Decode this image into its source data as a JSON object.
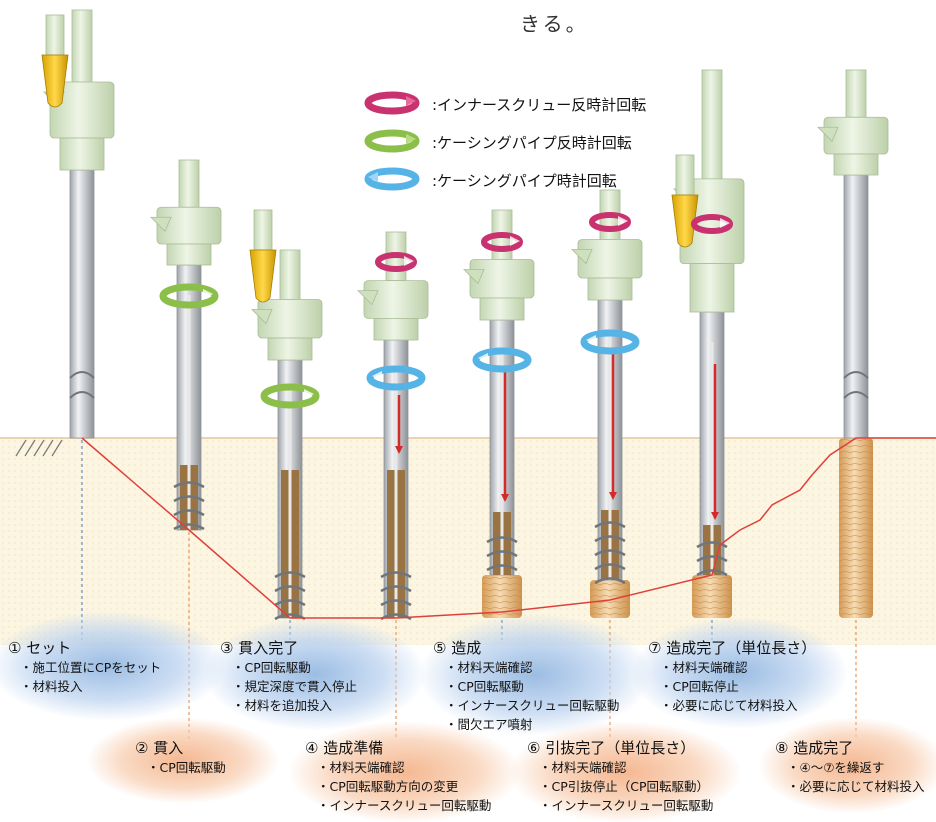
{
  "header": {
    "text": "きる。"
  },
  "legend": [
    {
      "icon": "magenta-rotation-arrow-icon",
      "color": "#c8336f",
      "label": ":インナースクリュー反時計回転"
    },
    {
      "icon": "green-rotation-arrow-icon",
      "color": "#8cbf4a",
      "label": ":ケーシングパイプ反時計回転"
    },
    {
      "icon": "blue-rotation-arrow-icon",
      "color": "#56b3e6",
      "label": ":ケーシングパイプ時計回転"
    }
  ],
  "steps": [
    {
      "title": "① セット",
      "items": [
        "・施工位置にCPをセット",
        "・材料投入"
      ],
      "bubble": "blue"
    },
    {
      "title": "② 貫入",
      "items": [
        "・CP回転駆動"
      ],
      "bubble": "orange"
    },
    {
      "title": "③ 貫入完了",
      "items": [
        "・CP回転駆動",
        "・規定深度で貫入停止",
        "・材料を追加投入"
      ],
      "bubble": "blue"
    },
    {
      "title": "④ 造成準備",
      "items": [
        "・材料天端確認",
        "・CP回転駆動方向の変更",
        "・インナースクリュー回転駆動"
      ],
      "bubble": "orange"
    },
    {
      "title": "⑤ 造成",
      "items": [
        "・材料天端確認",
        "・CP回転駆動",
        "・インナースクリュー回転駆動",
        "・間欠エア噴射"
      ],
      "bubble": "blue"
    },
    {
      "title": "⑥ 引抜完了（単位長さ）",
      "items": [
        "・材料天端確認",
        "・CP引抜停止（CP回転駆動）",
        "・インナースクリュー回転駆動"
      ],
      "bubble": "orange"
    },
    {
      "title": "⑦ 造成完了（単位長さ）",
      "items": [
        "・材料天端確認",
        "・CP回転停止",
        "・必要に応じて材料投入"
      ],
      "bubble": "blue"
    },
    {
      "title": "⑧ 造成完了",
      "items": [
        "・④～⑦を繰返す",
        "・必要に応じて材料投入"
      ],
      "bubble": "orange"
    }
  ],
  "colors": {
    "ground": "#fbf5e2",
    "ground_line": "#e4c79a",
    "casing": "#c9ccd0",
    "material": "#9a7342",
    "machine": "#d9e8cc",
    "depth_line": "#e0403c",
    "pile": "#e3b57a"
  }
}
